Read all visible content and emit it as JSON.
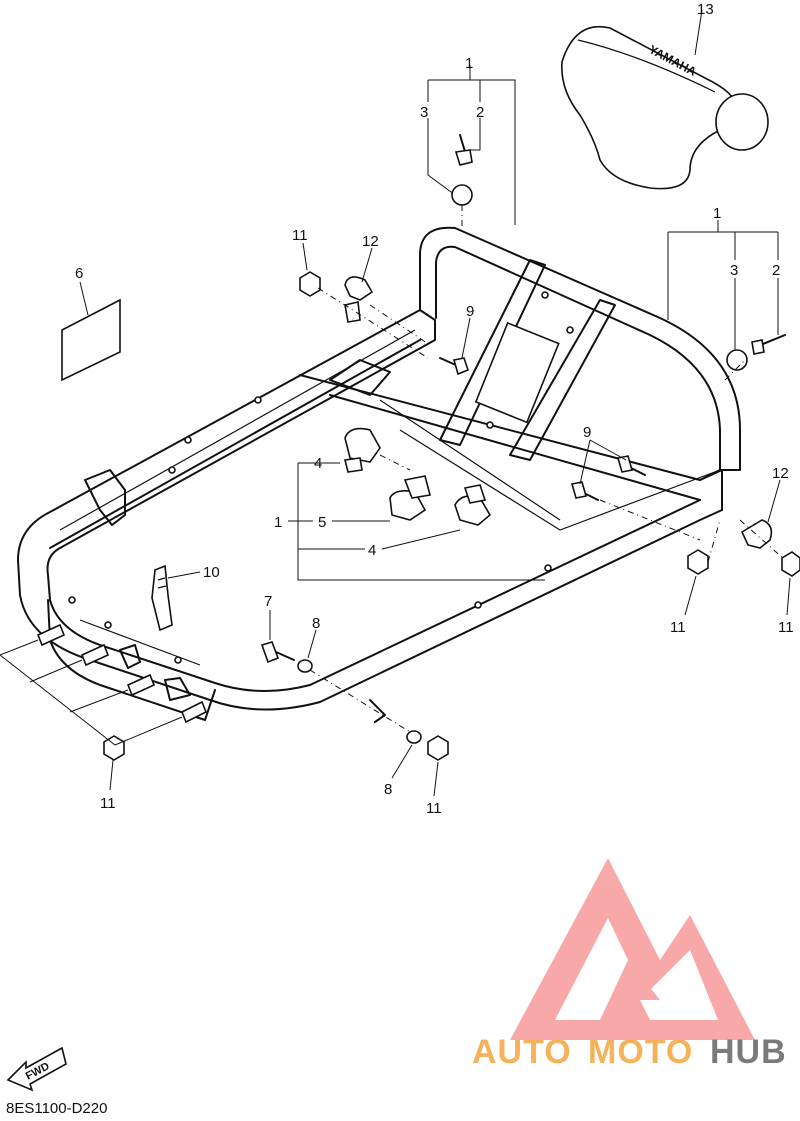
{
  "diagram": {
    "callouts": [
      "1",
      "2",
      "3",
      "4",
      "5",
      "6",
      "7",
      "8",
      "9",
      "10",
      "11",
      "12",
      "13"
    ],
    "code": "8ES1100-D220",
    "fwd_label": "FWD",
    "seat_brand": "YAMAHA"
  },
  "watermark": {
    "auto": "AUTO",
    "moto": "MOTO",
    "hub": "HUB",
    "colors": {
      "triangle": "#f79a9a",
      "orange": "#f6b25a",
      "gray": "#7a7a7a"
    }
  }
}
